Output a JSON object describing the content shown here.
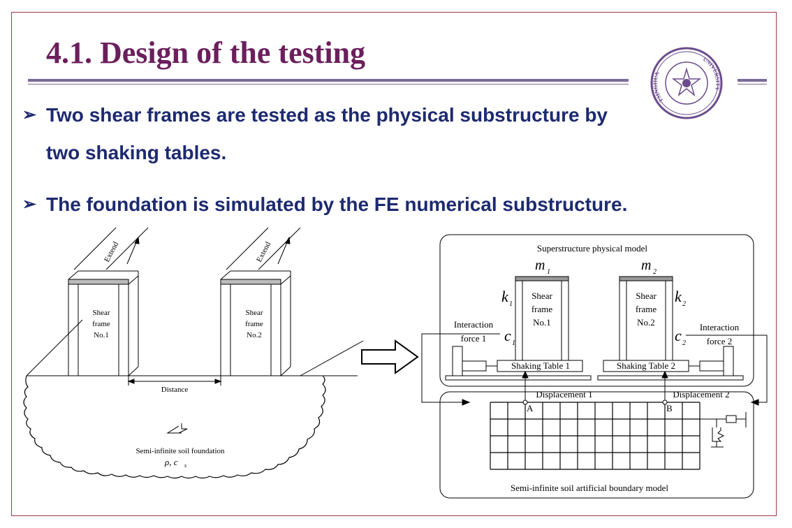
{
  "title": "4.1. Design of the testing",
  "colors": {
    "title": "#6b1f5c",
    "text": "#1d2a70",
    "rule": "#7b6a9c",
    "frame": "#a03a4a",
    "seal": "#6b4c8c"
  },
  "bullets": [
    {
      "icon": "arrow-bullet-icon",
      "text_line1": "Two shear frames are tested as the physical substructure by",
      "text_line2": "two shaking tables."
    },
    {
      "icon": "arrow-bullet-icon",
      "text_line1": "The foundation is simulated by the FE numerical substructure."
    }
  ],
  "left_diagram": {
    "extend_1": "Extend",
    "extend_2": "Extend",
    "frame1": [
      "Shear",
      "frame",
      "No.1"
    ],
    "frame2": [
      "Shear",
      "frame",
      "No.2"
    ],
    "distance": "Distance",
    "foundation_label": "Semi-infinite soil foundation",
    "rho_cs": "ρ, c",
    "rho_cs_sub": "s"
  },
  "right_diagram": {
    "top_title": "Superstructure physical model",
    "m1": "m",
    "m1_sub": "1",
    "m2": "m",
    "m2_sub": "2",
    "k1": "k",
    "k1_sub": "1",
    "k2": "k",
    "k2_sub": "2",
    "c1": "c",
    "c1_sub": "1",
    "c2": "c",
    "c2_sub": "2",
    "frame1": [
      "Shear",
      "frame",
      "No.1"
    ],
    "frame2": [
      "Shear",
      "frame",
      "No.2"
    ],
    "interaction1": [
      "Interaction",
      "force 1"
    ],
    "interaction2": [
      "Interaction",
      "force 2"
    ],
    "table1": "Shaking Table 1",
    "table2": "Shaking Table 2",
    "disp1": "Displacement 1",
    "disp2": "Displacement 2",
    "point_a": "A",
    "point_b": "B",
    "bottom_title": "Semi-infinite soil artificial boundary model"
  },
  "seal_text": [
    "TSINGHUA",
    "UNIVERSITY"
  ]
}
